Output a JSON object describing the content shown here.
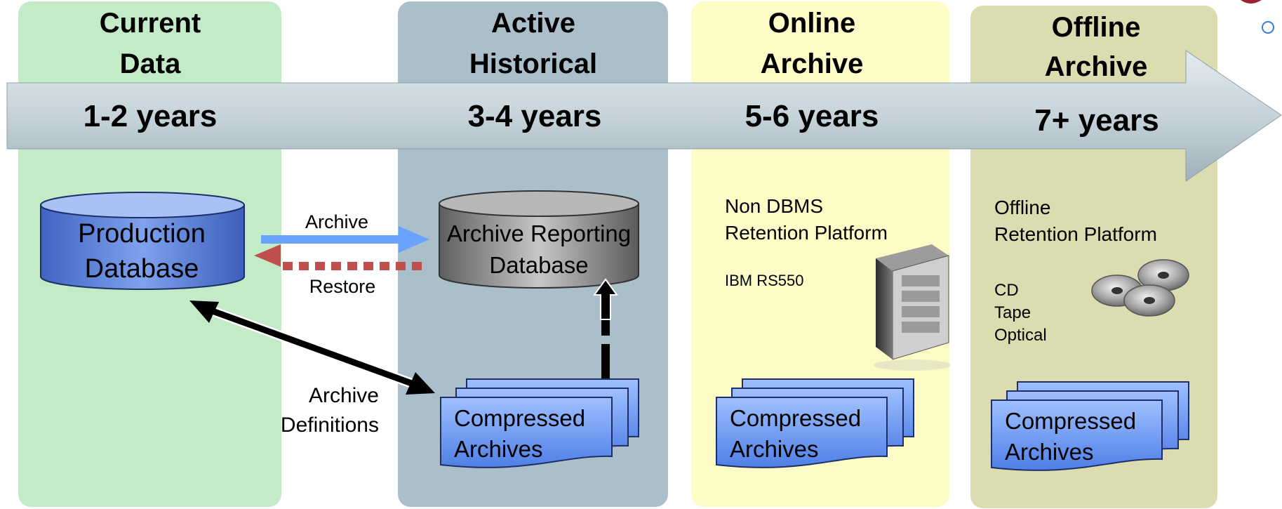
{
  "columns": [
    {
      "title_line1": "Current",
      "title_line2": "Data",
      "period": "1-2 years",
      "color": "#c3ebc8"
    },
    {
      "title_line1": "Active",
      "title_line2": "Historical",
      "period": "3-4 years",
      "color": "#aabfca"
    },
    {
      "title_line1": "Online",
      "title_line2": "Archive",
      "period": "5-6 years",
      "color": "#fdfcc7"
    },
    {
      "title_line1": "Offline",
      "title_line2": "Archive",
      "period": "7+ years",
      "color": "#dcdcb1"
    }
  ],
  "production_db": {
    "line1": "Production",
    "line2": "Database",
    "color": "#5a80d6"
  },
  "reporting_db": {
    "line1": "Archive Reporting",
    "line2": "Database",
    "color": "#8a8a8a"
  },
  "flows": {
    "archive": "Archive",
    "restore": "Restore",
    "definitions_line1": "Archive",
    "definitions_line2": "Definitions"
  },
  "compressed": {
    "line1": "Compressed",
    "line2": "Archives",
    "color": "#6f9bf2"
  },
  "online_platform": {
    "line1": "Non DBMS",
    "line2": "Retention Platform",
    "model": "IBM RS550",
    "icon": "server-tower-icon"
  },
  "offline_platform": {
    "line1": "Offline",
    "line2": "Retention Platform",
    "media": [
      "CD",
      "Tape",
      "Optical"
    ],
    "icon": "disc-stack-icon"
  }
}
